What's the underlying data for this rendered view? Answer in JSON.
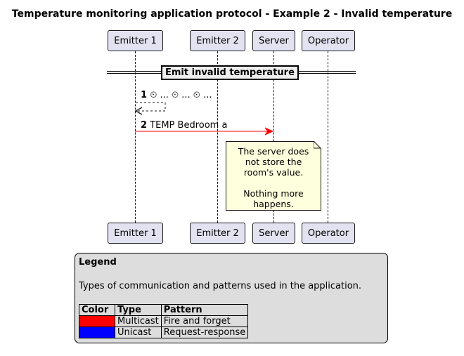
{
  "title": "Temperature monitoring application protocol - Example 2 - Invalid temperature",
  "participants": {
    "emitter1": "Emitter 1",
    "emitter2": "Emitter 2",
    "server": "Server",
    "operator": "Operator"
  },
  "divider": "Emit invalid temperature",
  "messages": [
    {
      "number": "1",
      "text": "⏲ ... ⏲ ... ⏲ ...",
      "style": "dashed-self"
    },
    {
      "number": "2",
      "text": "TEMP Bedroom a",
      "style": "solid",
      "color": "#ff0000"
    }
  ],
  "note": {
    "lines": [
      "The server does",
      "not store the",
      "room's value.",
      "",
      "Nothing more",
      "happens."
    ]
  },
  "legend": {
    "title": "Legend",
    "description": "Types of communication and patterns used in the application.",
    "headers": [
      "Color",
      "Type",
      "Pattern"
    ],
    "rows": [
      {
        "color": "#ff0000",
        "type": "Multicast",
        "pattern": "Fire and forget"
      },
      {
        "color": "#0000ff",
        "type": "Unicast",
        "pattern": "Request-response"
      }
    ]
  }
}
